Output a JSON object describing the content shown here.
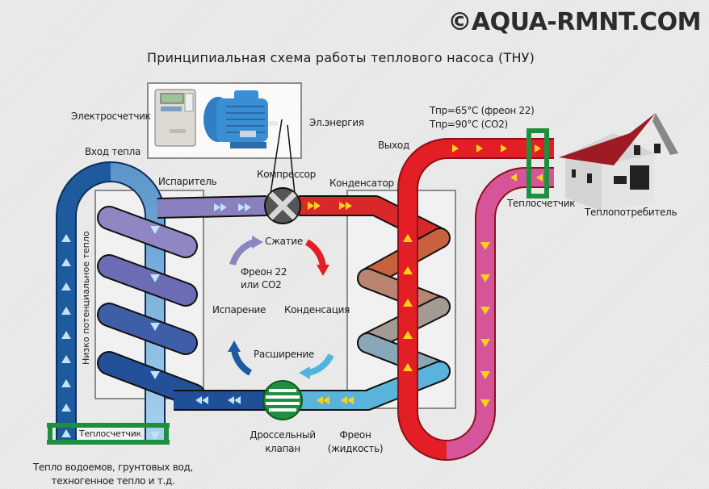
{
  "watermark": "©AQUA-RMNT.COM",
  "title": "Принципиальная схема работы теплового насоса (ТНУ)",
  "labels": {
    "electric_meter": "Электросчетчик",
    "electric_energy": "Эл.энергия",
    "heat_input": "Вход тепла",
    "evaporator": "Испаритель",
    "compressor": "Компрессор",
    "condenser": "Конденсатор",
    "output": "Выход",
    "temp_line1": "Tпр=65°C (фреон 22)",
    "temp_line2": "Tпр=90°C (CO2)",
    "heat_meter_right": "Теплосчетчик",
    "heat_consumer": "Теплопотребитель",
    "low_potential_heat": "Низко потенциальное тепло",
    "heat_meter_left": "Теплосчетчик",
    "heat_sources_line1": "Тепло водоемов, грунтовых вод,",
    "heat_sources_line2": "техногенное тепло и т.д.",
    "throttle_line1": "Дроссельный",
    "throttle_line2": "клапан",
    "freon_liquid_line1": "Фреон",
    "freon_liquid_line2": "(жидкость)"
  },
  "cycle": {
    "compression": "Сжатие",
    "refrigerant_line1": "Фреон 22",
    "refrigerant_line2": "или CO2",
    "evaporation": "Испарение",
    "condensation": "Конденсация",
    "expansion": "Расширение"
  },
  "colors": {
    "hot_pipe": "#e31e24",
    "return_pipe": "#d6549a",
    "cold_source_pipe": "#1d5a9e",
    "cold_return_pipe": "#8fc3e8",
    "evaporator_coil": "#7a76b8",
    "heat_meter": "#1e8f3e",
    "throttle_valve": "#1e8f3e",
    "arrow_hot": "#ffd21a",
    "arrow_cold": "#bfe3f7",
    "roof": "#9e1b24"
  }
}
